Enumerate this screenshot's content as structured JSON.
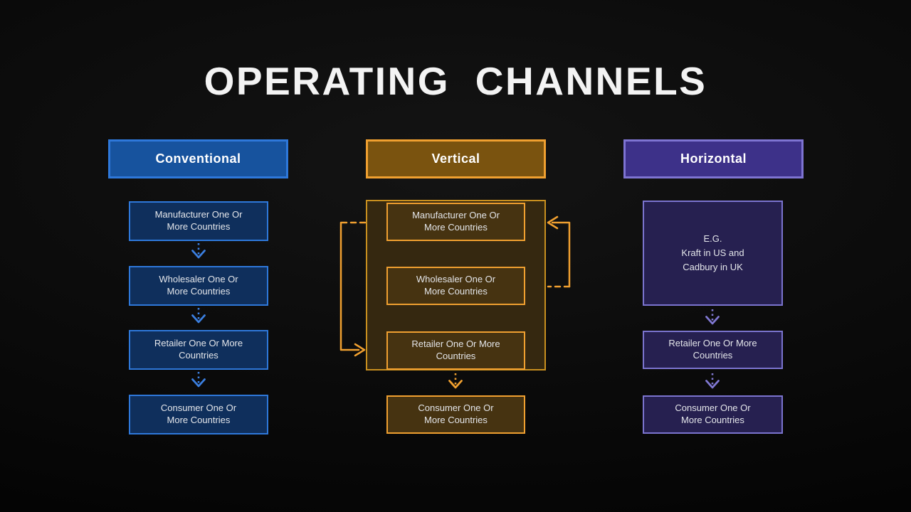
{
  "slide": {
    "title": "OPERATING CHANNELS"
  },
  "columns": {
    "conventional": {
      "header": "Conventional",
      "boxes": [
        "Manufacturer One Or\nMore Countries",
        "Wholesaler One Or\nMore Countries",
        "Retailer One Or More\nCountries",
        "Consumer One Or\nMore Countries"
      ]
    },
    "vertical": {
      "header": "Vertical",
      "boxes": [
        "Manufacturer One Or\nMore Countries",
        "Wholesaler One Or\nMore Countries",
        "Retailer One Or More\nCountries",
        "Consumer One Or\nMore Countries"
      ]
    },
    "horizontal": {
      "header": "Horizontal",
      "boxes": [
        "E.G.\nKraft in US and\nCadbury in UK",
        "Retailer One Or More\nCountries",
        "Consumer One Or\nMore Countries"
      ]
    }
  },
  "colors": {
    "background": "#0a0a0a",
    "title_text": "#f3f3f3",
    "blue_border": "#2e78da",
    "blue_header_fill": "#17539e",
    "blue_box_fill": "#0f2f5c",
    "blue_arrow": "#3b7fe0",
    "orange_border": "#f0a030",
    "orange_header_fill": "#7a530f",
    "orange_box_fill": "#463311",
    "orange_group_fill": "#352810",
    "orange_group_border": "#c9901f",
    "purple_border": "#7b74cf",
    "purple_header_fill": "#3d3189",
    "purple_box_fill": "#262050",
    "purple_arrow": "#8078d2",
    "box_text": "#e4e6ea"
  }
}
